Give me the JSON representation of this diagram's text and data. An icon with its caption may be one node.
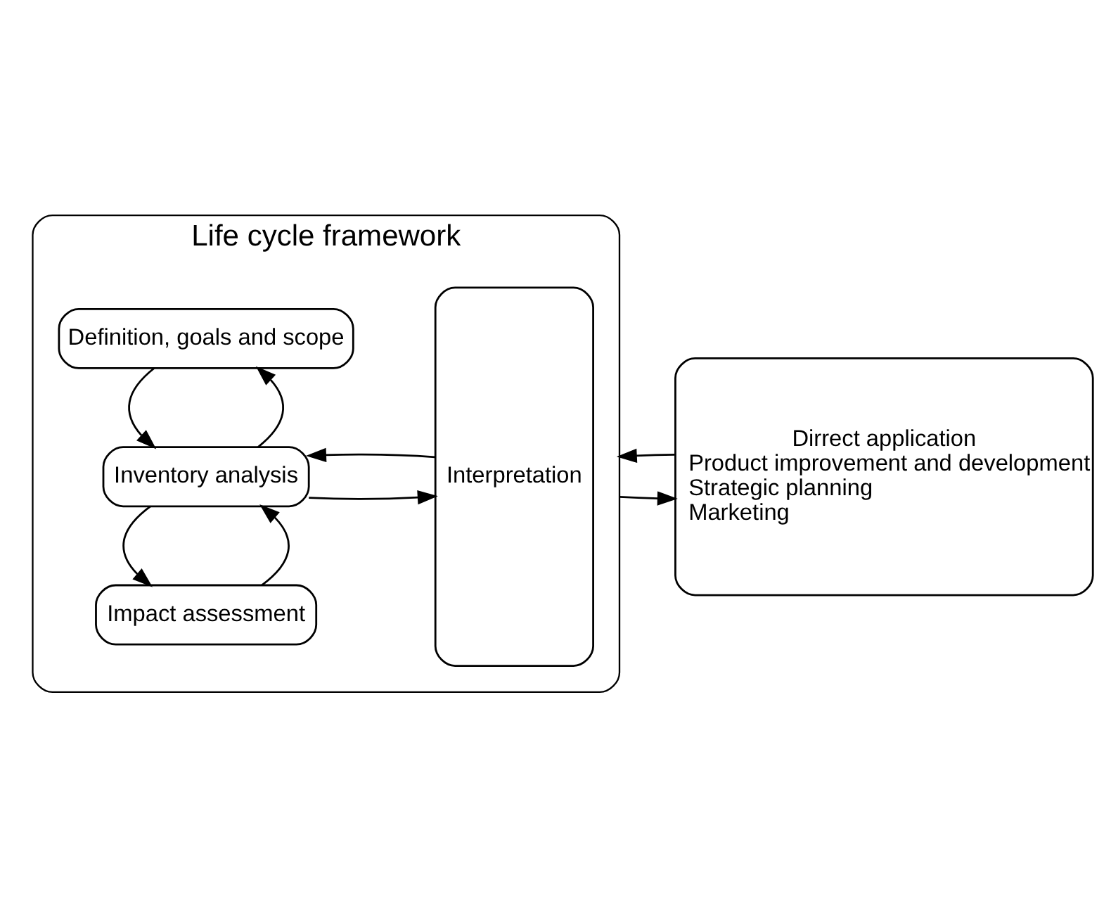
{
  "diagram": {
    "nodes": [
      {
        "text": [
          "Life cycle framework"
        ]
      },
      {
        "text": [
          "Definition, goals and scope"
        ],
        "in": 0
      },
      {
        "text": [
          "Inventory analysis"
        ],
        "in": 0
      },
      {
        "text": [
          "Impact assessment"
        ],
        "in": 0
      },
      {
        "text": [
          "Interpretation"
        ],
        "in": 0
      },
      {
        "text": [
          "Dirrect application",
          "Product improvement and development",
          "Strategic planning",
          "Marketing"
        ]
      }
    ],
    "edges": [
      {
        "from": 2,
        "to": 1,
        "arrow": "to"
      },
      {
        "from": 1,
        "to": 2,
        "arrow": "to"
      },
      {
        "from": 2,
        "to": 4,
        "arrow": "to"
      },
      {
        "from": 4,
        "to": 2,
        "arrow": "to"
      },
      {
        "from": 3,
        "to": 2,
        "arrow": "to"
      },
      {
        "from": 2,
        "to": 3,
        "arrow": "to"
      },
      {
        "from": 0,
        "to": 5,
        "arrow": "to"
      },
      {
        "from": 5,
        "to": 0,
        "arrow": "to"
      }
    ]
  }
}
